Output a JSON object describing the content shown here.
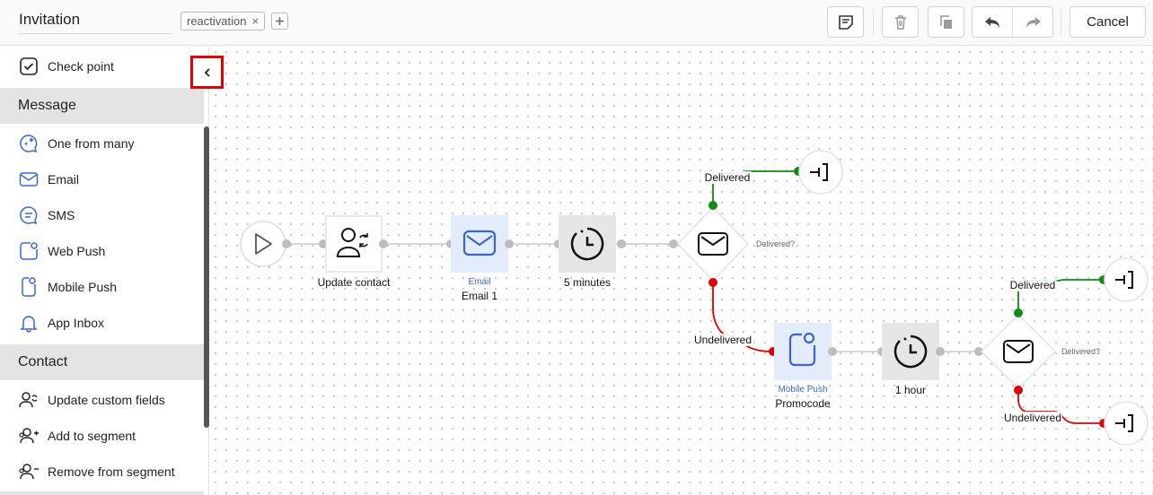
{
  "header": {
    "title": "Invitation",
    "tag": "reactivation",
    "tag_remove": "×",
    "add_tag": "+",
    "cancel_label": "Cancel"
  },
  "sidebar": {
    "checkpoint": "Check point",
    "message_section": "Message",
    "message_items": [
      "One from many",
      "Email",
      "SMS",
      "Web Push",
      "Mobile Push",
      "App Inbox"
    ],
    "contact_section": "Contact",
    "contact_items": [
      "Update custom fields",
      "Add to segment",
      "Remove from segment"
    ]
  },
  "flow": {
    "update_contact": "Update contact",
    "email_type": "Email",
    "email_name": "Email 1",
    "delay1": "5 minutes",
    "cond1_label": "Delivered?",
    "cond1_yes": "Delivered",
    "cond1_no": "Undelivered",
    "push_type": "Mobile Push",
    "push_name": "Promocode",
    "delay2": "1 hour",
    "cond2_label": "Delivered?",
    "cond2_yes": "Delivered",
    "cond2_no": "Undelivered"
  },
  "colors": {
    "yes": "#138a13",
    "no": "#e00000",
    "accent": "#3b66c7",
    "highlight": "#e00000"
  }
}
